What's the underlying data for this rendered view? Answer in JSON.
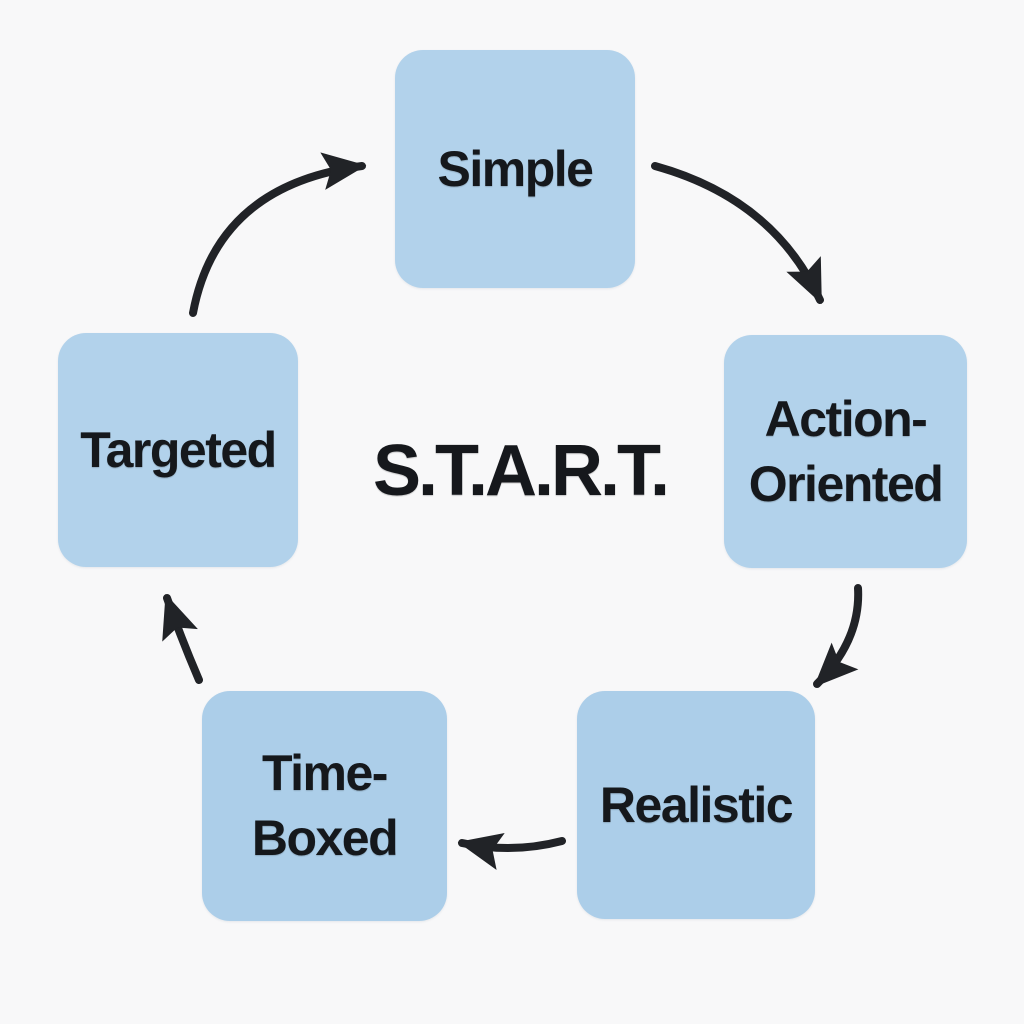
{
  "diagram": {
    "title": "S.T.A.R.T.",
    "nodes": [
      {
        "id": "simple",
        "label": "Simple"
      },
      {
        "id": "action-oriented",
        "label": "Action-Oriented"
      },
      {
        "id": "realistic",
        "label": "Realistic"
      },
      {
        "id": "time-boxed",
        "label": "Time-Boxed"
      },
      {
        "id": "targeted",
        "label": "Targeted"
      }
    ],
    "edges": [
      {
        "from": "Targeted",
        "to": "Simple"
      },
      {
        "from": "Simple",
        "to": "Action-Oriented"
      },
      {
        "from": "Action-Oriented",
        "to": "Realistic"
      },
      {
        "from": "Realistic",
        "to": "Time-Boxed"
      },
      {
        "from": "Time-Boxed",
        "to": "Targeted"
      }
    ],
    "colors": {
      "node_fill_top": "#b2d2eb",
      "node_fill_bottom": "#accee9",
      "text": "#15181c",
      "arrow": "#212327",
      "background": "#f8f8f9"
    }
  }
}
